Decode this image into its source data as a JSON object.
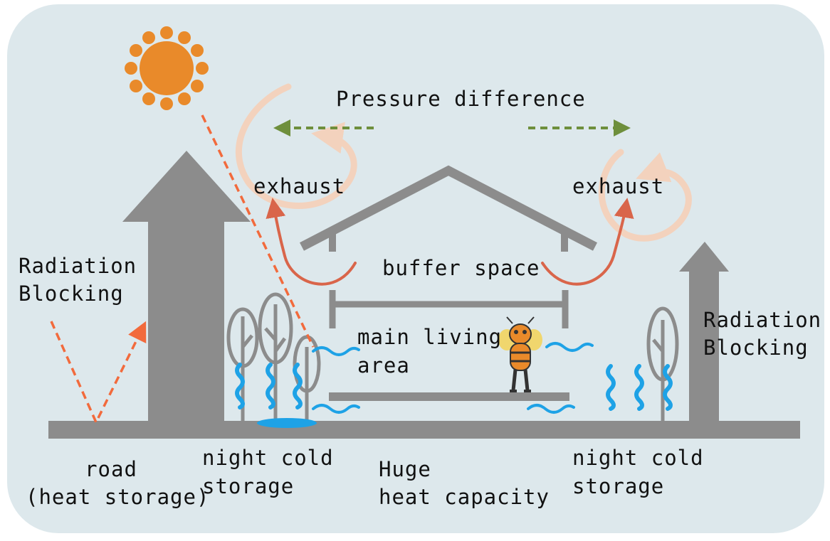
{
  "labels": {
    "pressure_difference": "Pressure difference",
    "exhaust_left": "exhaust",
    "exhaust_right": "exhaust",
    "buffer_space": "buffer space",
    "radiation_left_1": "Radiation",
    "radiation_left_2": "Blocking",
    "radiation_right_1": "Radiation",
    "radiation_right_2": "Blocking",
    "main_living_1": "main living",
    "main_living_2": "area",
    "road_1": "road",
    "road_2": "(heat storage)",
    "night_cold_left_1": "night cold",
    "night_cold_left_2": "storage",
    "huge_1": "Huge",
    "huge_2": "heat capacity",
    "night_cold_right_1": "night cold",
    "night_cold_right_2": "storage"
  },
  "colors": {
    "background": "#dde8ec",
    "structure": "#8c8c8c",
    "sun": "#e98a2a",
    "radiation_arrow": "#f26a3c",
    "exhaust_arrow": "#d9654a",
    "swirl": "#f3d2bd",
    "pressure_arrow": "#6e8f3c",
    "cool_water": "#1ea2e6",
    "tree": "#8c8c8c"
  }
}
